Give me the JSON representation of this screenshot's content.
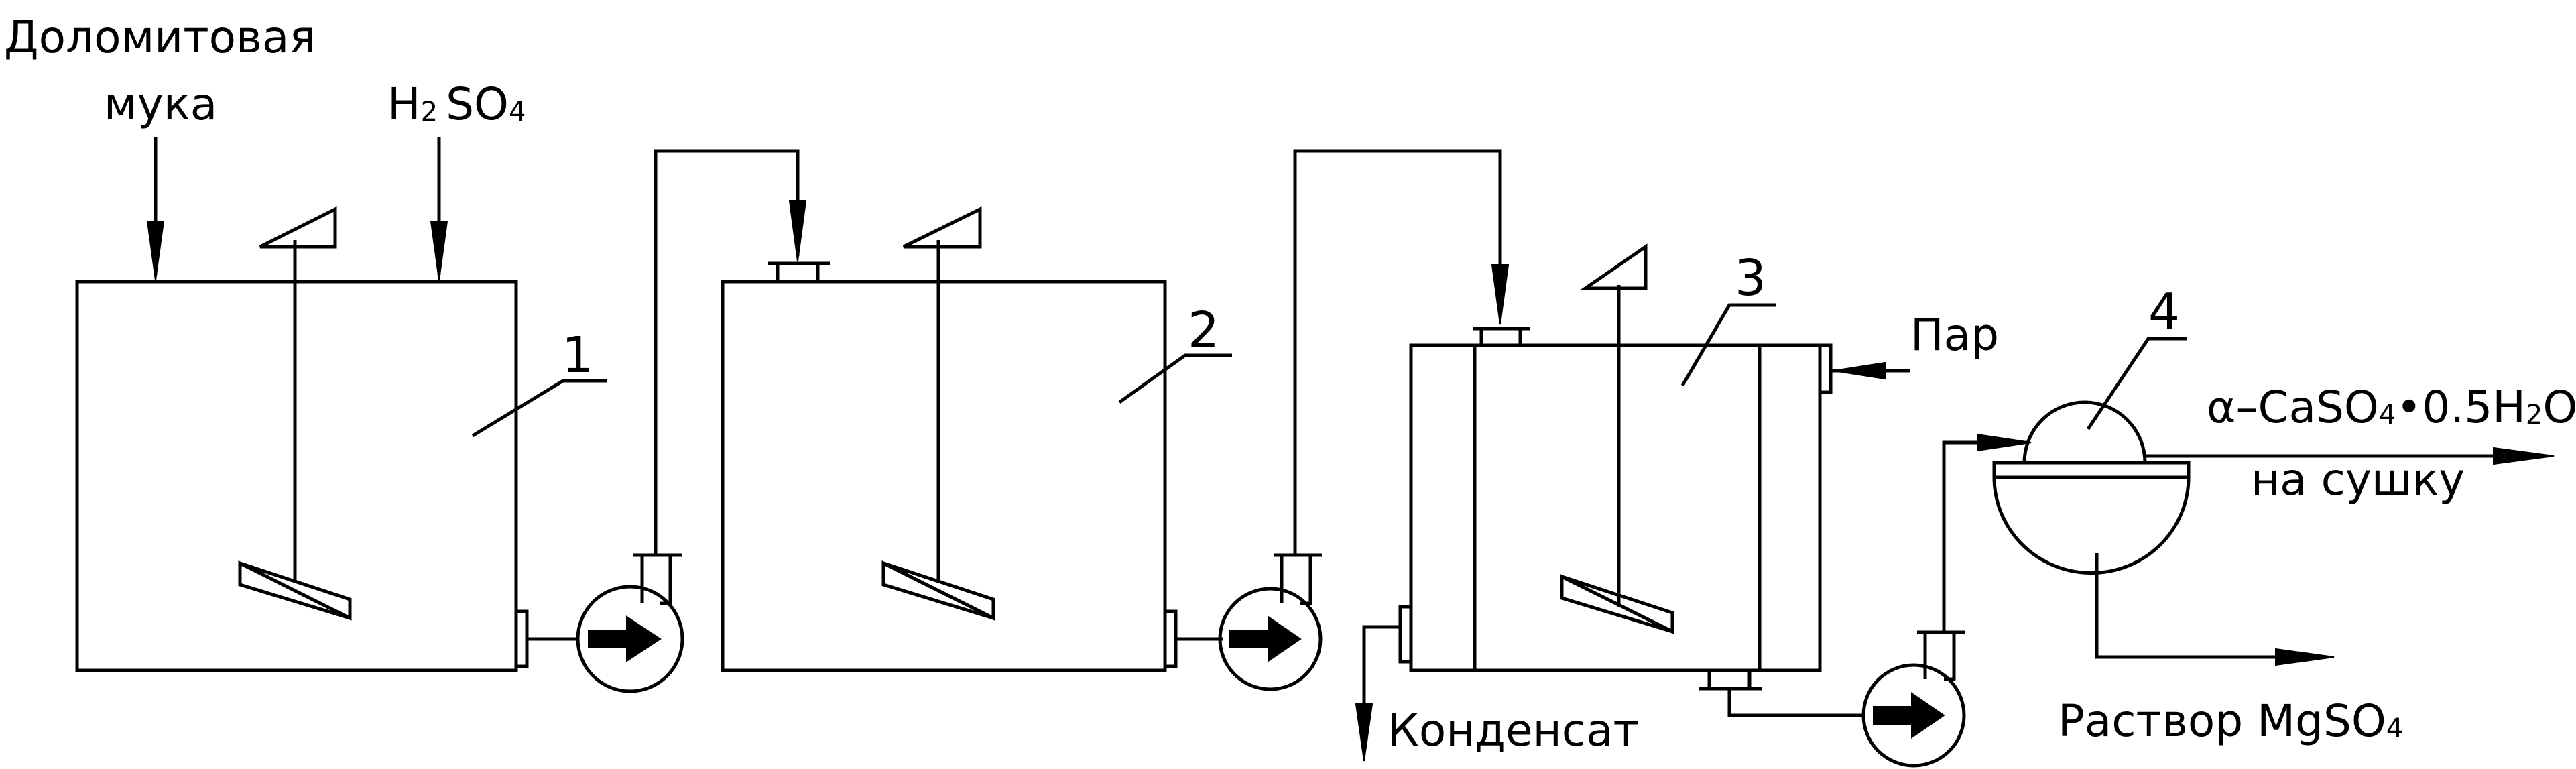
{
  "inputs": {
    "dolomite_line1": "Доломитовая",
    "dolomite_line2": "мука",
    "acid_h": "H",
    "acid_sub2": "2",
    "acid_so": "SO",
    "acid_sub4": "4"
  },
  "equipment": {
    "tank1_number": "1",
    "tank2_number": "2",
    "tank3_number": "3",
    "filter4_number": "4"
  },
  "streams": {
    "steam": "Пар",
    "condensate": "Конденсат",
    "product_prefix": "α–CaSO",
    "product_sub4": "4",
    "product_mid": "•0.5H",
    "product_sub2": "2",
    "product_suffix": "O",
    "product_line2": "на сушку",
    "solution_prefix": "Раствор MgSO",
    "solution_sub4": "4"
  }
}
